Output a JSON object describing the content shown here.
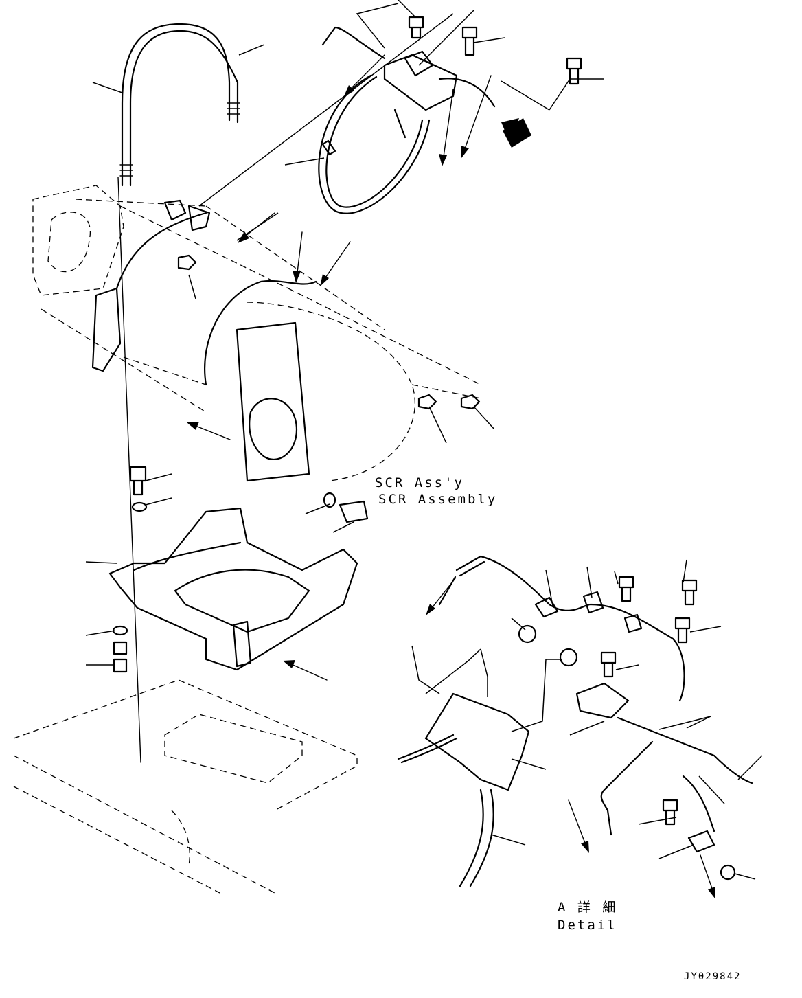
{
  "labels": {
    "scr_line1": "SCR Ass'y",
    "scr_line2": "SCR Assembly",
    "detail_line1": "A 詳 細",
    "detail_line2": "Detail",
    "drawing_code": "JY029842"
  }
}
